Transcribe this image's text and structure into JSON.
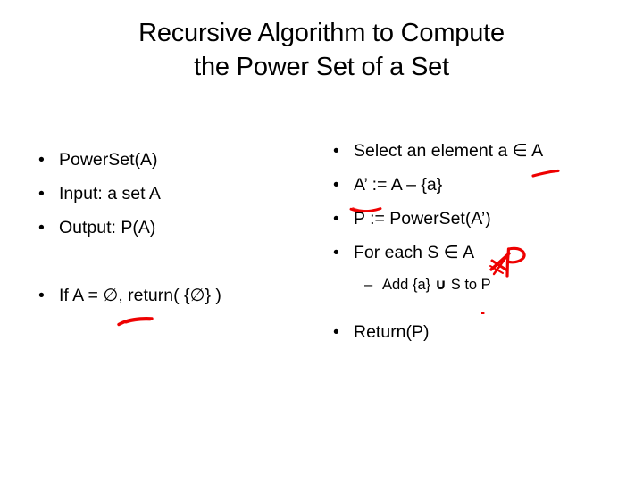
{
  "slide": {
    "background_color": "#ffffff",
    "text_color": "#000000",
    "ink_color": "#ee0000",
    "title": {
      "line1": "Recursive Algorithm to Compute",
      "line2": "the Power Set of a Set"
    },
    "left_column": {
      "bullet_marker": "•",
      "items": [
        {
          "text": "PowerSet(A)"
        },
        {
          "text": "Input: a set A"
        },
        {
          "text": "Output: P(A)"
        },
        {
          "text": "If A = ∅, return( {∅} )"
        }
      ]
    },
    "right_column": {
      "bullet_marker": "•",
      "sub_bullet_marker": "–",
      "items": [
        {
          "text": "Select an element a ∈ A"
        },
        {
          "text": "A’ := A – {a}"
        },
        {
          "text": "P := PowerSet(A’)"
        },
        {
          "text_before": "For each S ∈ ",
          "struck_text": "A"
        },
        {
          "sub_text_1": "Add {a} ",
          "sub_union": "∪",
          "sub_text_2": " S to P"
        },
        {
          "text": "Return(P)"
        }
      ]
    },
    "annotations": [
      {
        "name": "underline-under-a-in-select-line",
        "kind": "underline-tick",
        "color": "#ee0000"
      },
      {
        "name": "underline-under-a-prime",
        "kind": "underline",
        "color": "#ee0000"
      },
      {
        "name": "strikethrough-over-A-in-for-each",
        "kind": "strikeout",
        "color": "#ee0000",
        "target": "A"
      },
      {
        "name": "handwritten-letter-P",
        "kind": "handwritten-glyph",
        "color": "#ee0000",
        "glyph": "P"
      },
      {
        "name": "underline-under-empty-set",
        "kind": "underline",
        "color": "#ee0000"
      },
      {
        "name": "ink-dot-below-to-P",
        "kind": "dot",
        "color": "#ee0000"
      }
    ]
  }
}
